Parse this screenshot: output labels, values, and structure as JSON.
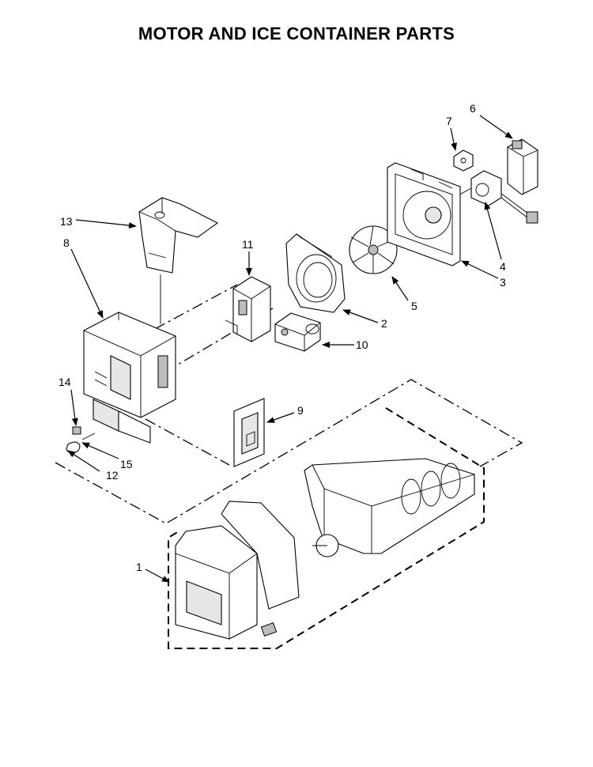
{
  "title": "MOTOR AND ICE CONTAINER PARTS",
  "callouts": [
    "1",
    "2",
    "3",
    "4",
    "5",
    "6",
    "7",
    "8",
    "9",
    "10",
    "11",
    "12",
    "13",
    "14",
    "15"
  ]
}
